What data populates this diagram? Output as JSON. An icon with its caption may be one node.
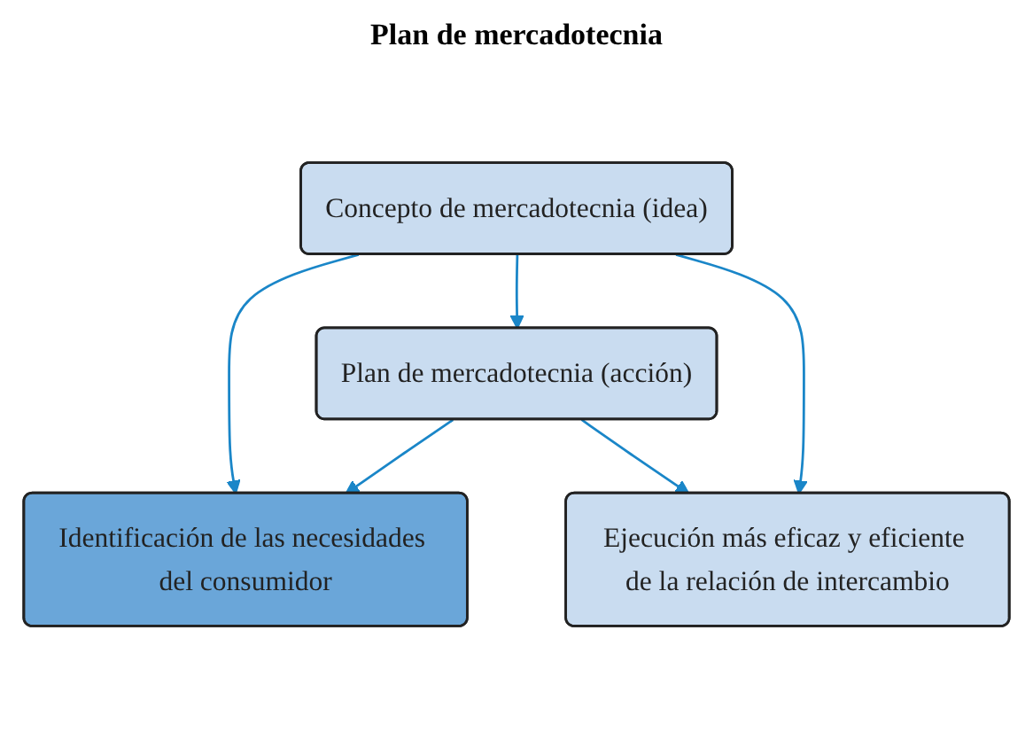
{
  "diagram": {
    "title": "Plan de mercadotecnia",
    "nodes": [
      {
        "text": [
          "Identificación de las necesidades del consumidor"
        ]
      },
      {
        "text": [
          "Concepto de mercadotecnia (idea)"
        ]
      },
      {
        "text": [
          "Plan de mercadotecnia (acción)"
        ]
      },
      {
        "text": [
          "Ejecución más eficaz y eficiente de la relación de intercambio"
        ]
      }
    ],
    "edges": [
      {
        "from": 1,
        "to": 0,
        "arrow": "to"
      },
      {
        "from": 2,
        "to": 0,
        "arrow": "to"
      },
      {
        "from": 1,
        "to": 2,
        "arrow": "to"
      },
      {
        "from": 1,
        "to": 3,
        "arrow": "to"
      },
      {
        "from": 2,
        "to": 3,
        "arrow": "to"
      }
    ]
  }
}
